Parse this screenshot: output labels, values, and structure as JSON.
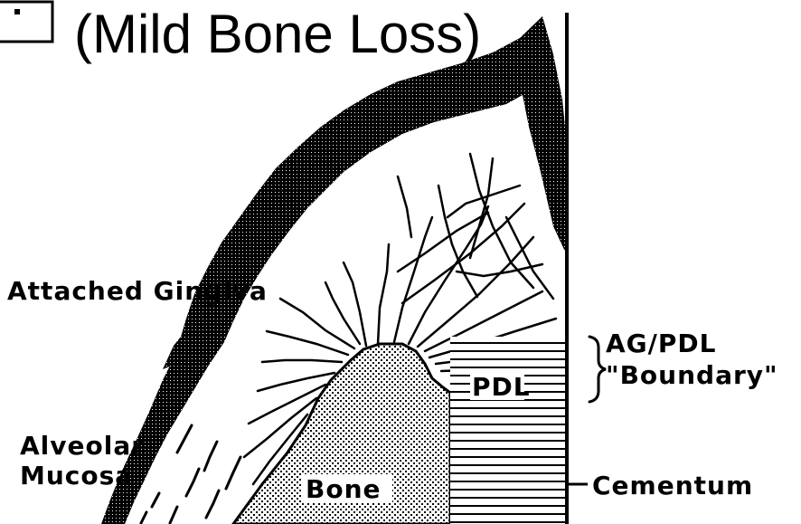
{
  "title": "(Mild Bone Loss)",
  "labels": {
    "attached_gingiva": "Attached Gingiva",
    "alveolar": "Alveolar",
    "mucosa": "Mucosa",
    "pdl": "PDL",
    "ag_pdl": "AG/PDL",
    "boundary": "\"Boundary\"",
    "cementum": "Cementum",
    "bone": "Bone"
  },
  "colors": {
    "ink": "#000000",
    "paper": "#ffffff"
  }
}
